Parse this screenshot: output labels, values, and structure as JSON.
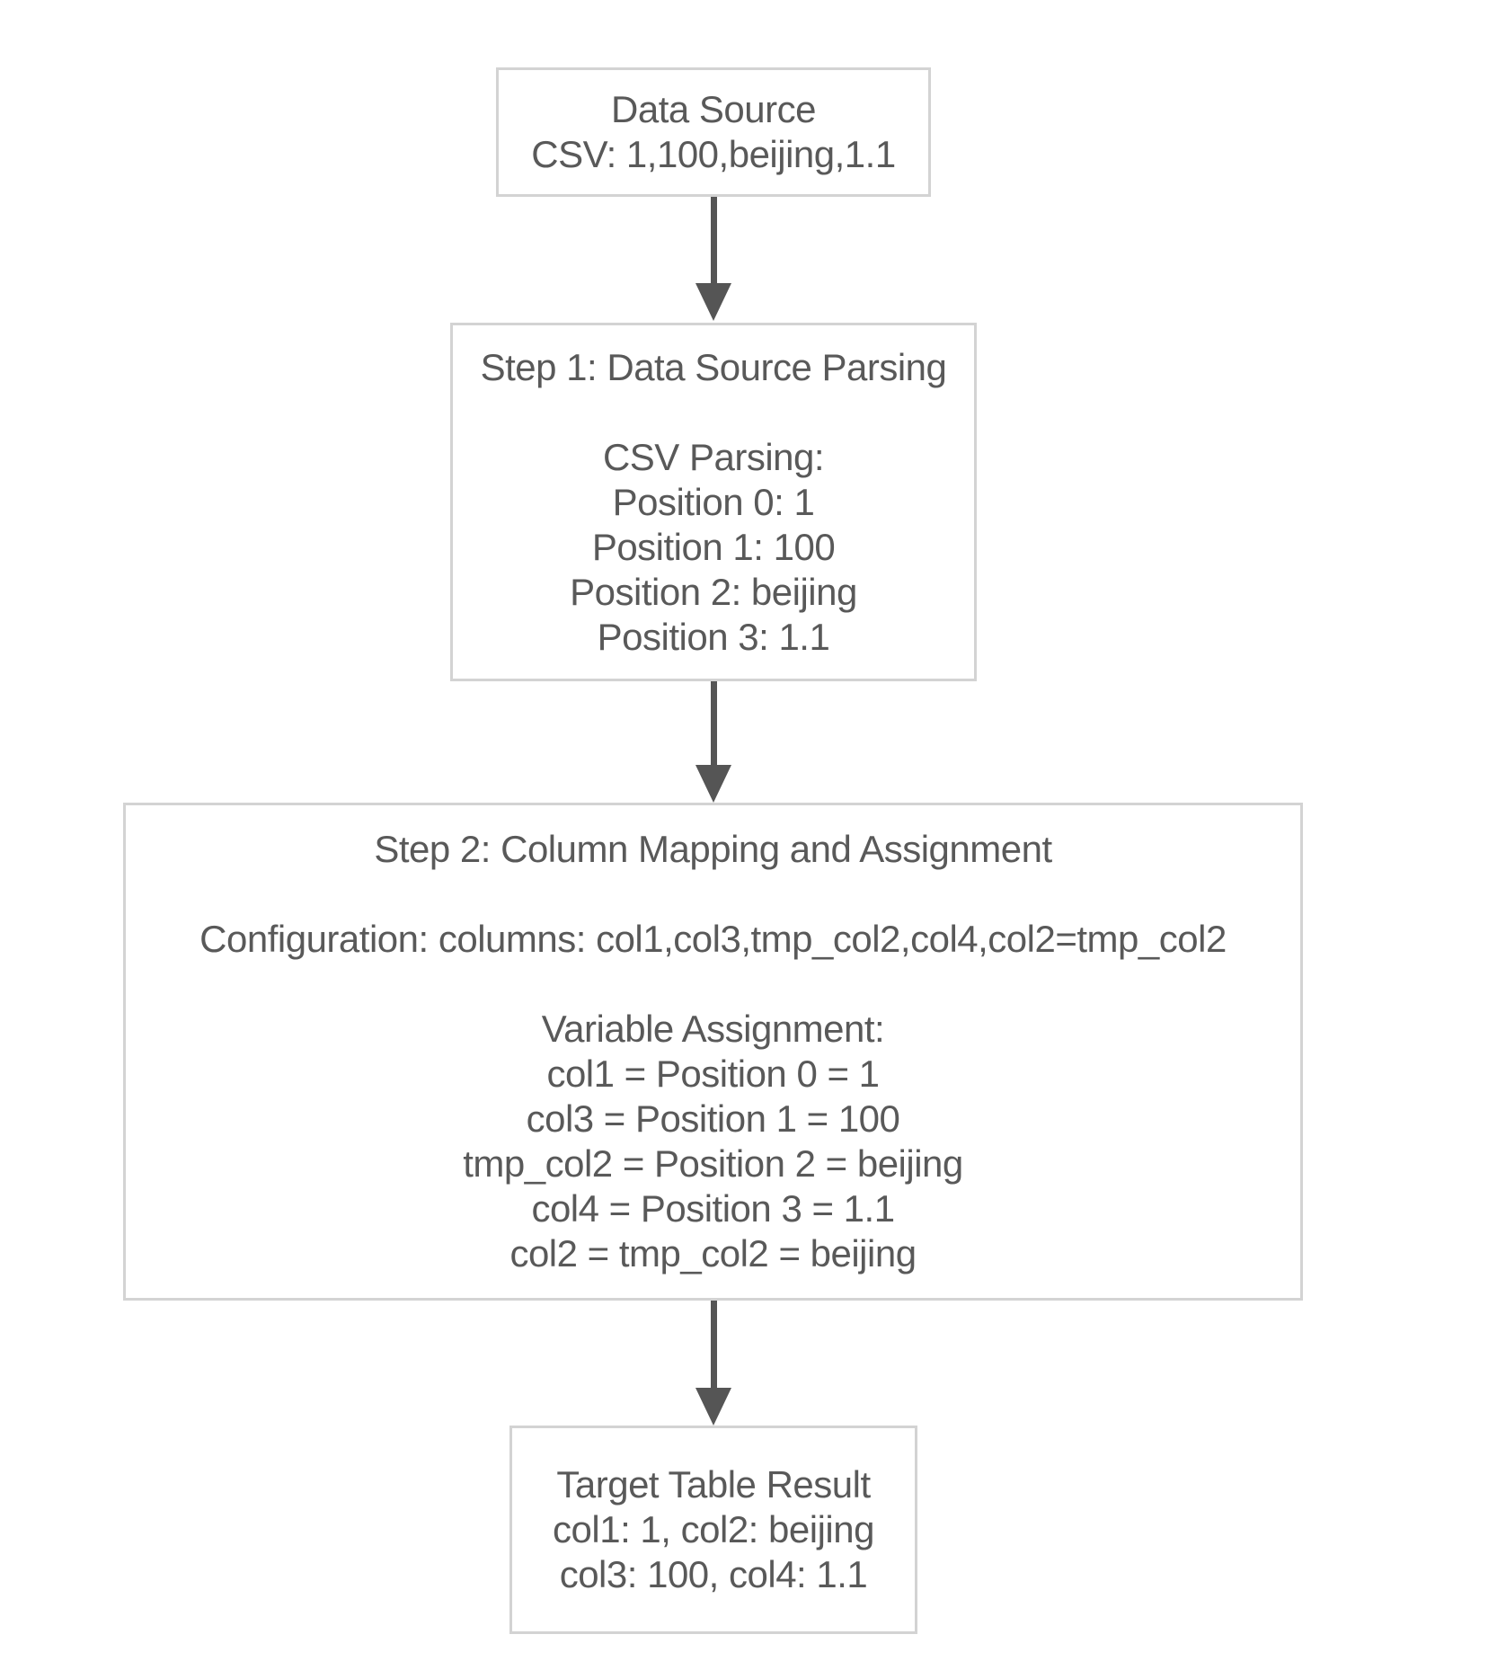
{
  "diagram": {
    "type": "flowchart",
    "direction": "top-down",
    "background_color": "#ffffff",
    "node_fill_color": "#ffffff",
    "node_border_color": "#d3d3d3",
    "text_color": "#595959",
    "arrow_color": "#555555",
    "nodes": [
      {
        "id": "data_source",
        "lines": [
          "Data Source",
          "CSV: 1,100,beijing,1.1"
        ]
      },
      {
        "id": "step1_data_source_parsing",
        "lines": [
          "Step 1: Data Source Parsing",
          "",
          "CSV Parsing:",
          "Position 0: 1",
          "Position 1: 100",
          "Position 2: beijing",
          "Position 3: 1.1"
        ]
      },
      {
        "id": "step2_column_mapping",
        "lines": [
          "Step 2: Column Mapping and Assignment",
          "",
          "Configuration: columns: col1,col3,tmp_col2,col4,col2=tmp_col2",
          "",
          "Variable Assignment:",
          "col1 = Position 0 = 1",
          "col3 = Position 1 = 100",
          "tmp_col2 = Position 2 = beijing",
          "col4 = Position 3 = 1.1",
          "col2 = tmp_col2 = beijing"
        ]
      },
      {
        "id": "target_table_result",
        "lines": [
          "Target Table Result",
          "col1: 1, col2: beijing",
          "col3: 100, col4: 1.1"
        ]
      }
    ],
    "arrows": [
      {
        "from": "data_source",
        "to": "step1_data_source_parsing"
      },
      {
        "from": "step1_data_source_parsing",
        "to": "step2_column_mapping"
      },
      {
        "from": "step2_column_mapping",
        "to": "target_table_result"
      }
    ]
  }
}
